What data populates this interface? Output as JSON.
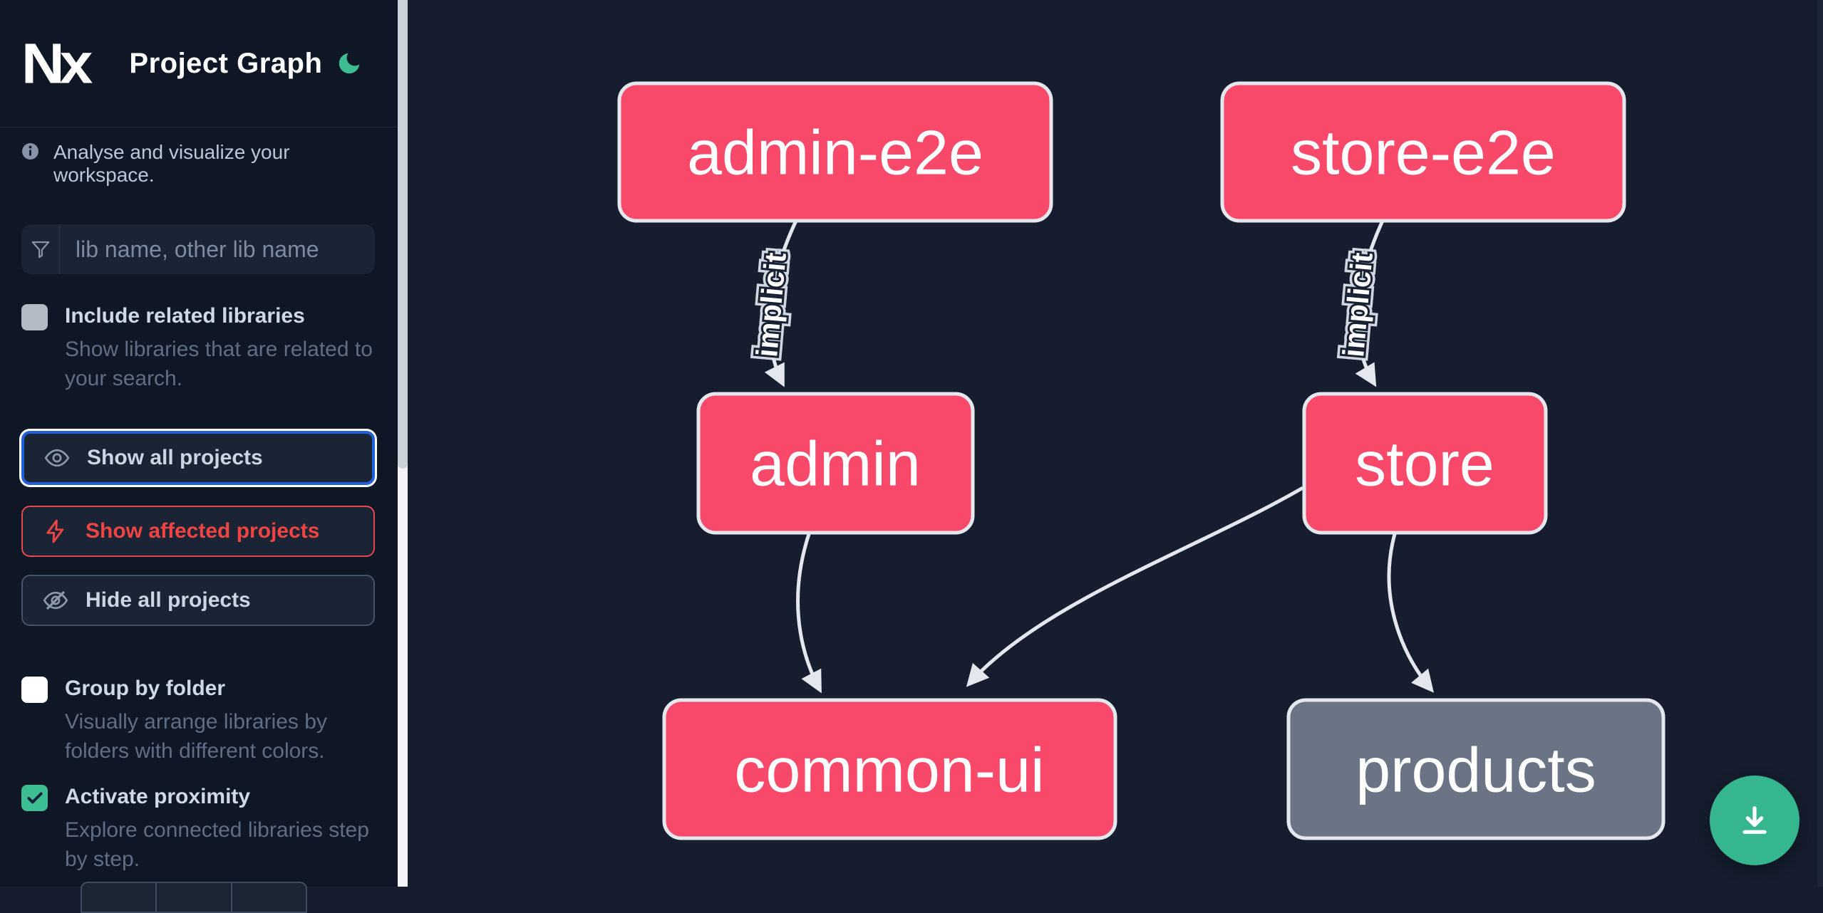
{
  "header": {
    "logo_text": "Nx",
    "title": "Project Graph"
  },
  "sidebar": {
    "info_text": "Analyse and visualize your workspace.",
    "search": {
      "placeholder": "lib name, other lib name",
      "value": ""
    },
    "include_related": {
      "label": "Include related libraries",
      "description": "Show libraries that are related to your search.",
      "checked": false
    },
    "actions": {
      "show_all": "Show all projects",
      "show_affected": "Show affected projects",
      "hide_all": "Hide all projects",
      "active": "show_all"
    },
    "group_by_folder": {
      "label": "Group by folder",
      "description": "Visually arrange libraries by folders with different colors.",
      "checked": false
    },
    "activate_proximity": {
      "label": "Activate proximity",
      "description": "Explore connected libraries step by step.",
      "checked": true
    }
  },
  "graph": {
    "nodes": [
      {
        "id": "admin-e2e",
        "label": "admin-e2e",
        "kind": "affected"
      },
      {
        "id": "store-e2e",
        "label": "store-e2e",
        "kind": "affected"
      },
      {
        "id": "admin",
        "label": "admin",
        "kind": "affected"
      },
      {
        "id": "store",
        "label": "store",
        "kind": "affected"
      },
      {
        "id": "common-ui",
        "label": "common-ui",
        "kind": "affected"
      },
      {
        "id": "products",
        "label": "products",
        "kind": "default"
      }
    ],
    "edges": [
      {
        "from": "admin-e2e",
        "to": "admin",
        "label": "implicit"
      },
      {
        "from": "store-e2e",
        "to": "store",
        "label": "implicit"
      },
      {
        "from": "admin",
        "to": "common-ui",
        "label": ""
      },
      {
        "from": "store",
        "to": "common-ui",
        "label": ""
      },
      {
        "from": "store",
        "to": "products",
        "label": ""
      }
    ]
  },
  "fab": {
    "action": "download-graph-image"
  },
  "colors": {
    "node_affected": "#f8496b",
    "node_default": "#6a7484",
    "node_border": "#e4e8ee",
    "edge": "#e4e8ee",
    "fab_green": "#36b68e",
    "moon_green": "#3cbd92",
    "active_border_blue": "#2160d8",
    "affected_red": "#ef4444",
    "sidebar_bg": "#0f1726",
    "canvas_bg": "#151d2e"
  }
}
